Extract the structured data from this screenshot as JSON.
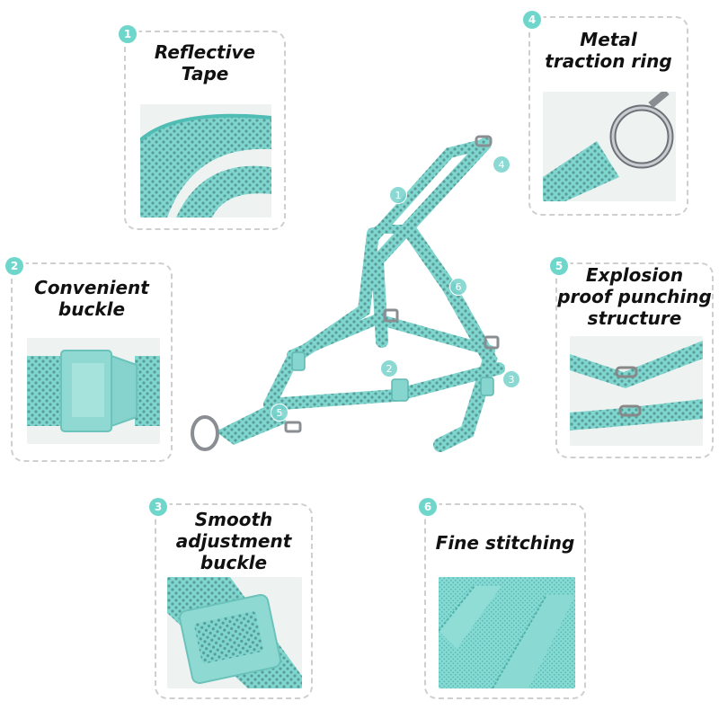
{
  "features": [
    {
      "number": "1",
      "title_line1": "Reflective",
      "title_line2": "Tape"
    },
    {
      "number": "2",
      "title_line1": "Convenient",
      "title_line2": "buckle"
    },
    {
      "number": "3",
      "title_line1": "Smooth",
      "title_line2": "adjustment",
      "title_line3": "buckle"
    },
    {
      "number": "4",
      "title_line1": "Metal",
      "title_line2": "traction ring"
    },
    {
      "number": "5",
      "title_line1": "Explosion",
      "title_line2": "proof punching",
      "title_line3": "structure"
    },
    {
      "number": "6",
      "title_line1": "Fine stitching"
    }
  ],
  "harness_labels": [
    "1",
    "2",
    "3",
    "4",
    "5",
    "6"
  ],
  "colors": {
    "accent": "#6fd6cc",
    "strap": "#7fd8d2",
    "strap_dark": "#55b8b2",
    "border": "#cfcfcf"
  }
}
